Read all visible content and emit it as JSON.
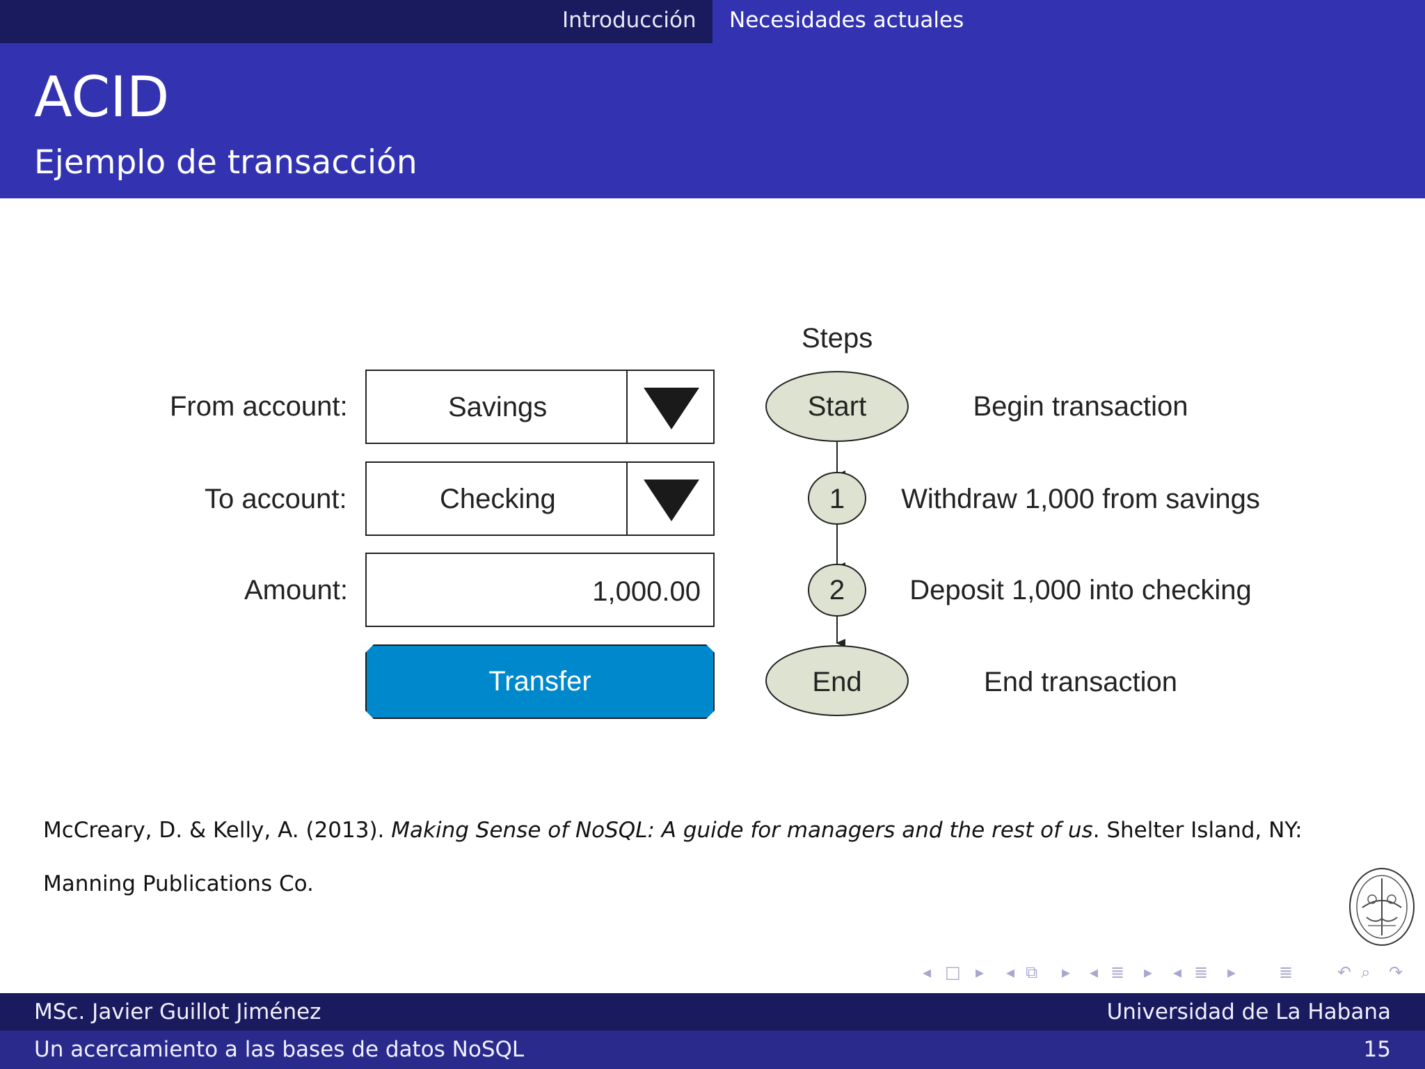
{
  "nav": {
    "sections": [
      "Introducción",
      "Necesidades actuales"
    ],
    "active_index": 1
  },
  "header": {
    "title": "ACID",
    "subtitle": "Ejemplo de transacción"
  },
  "figure": {
    "form": {
      "from_label": "From account:",
      "from_value": "Savings",
      "to_label": "To account:",
      "to_value": "Checking",
      "amount_label": "Amount:",
      "amount_value": "1,000.00",
      "button_label": "Transfer",
      "button_color": "#0088cc"
    },
    "steps": {
      "heading": "Steps",
      "nodes": [
        "Start",
        "1",
        "2",
        "End"
      ],
      "descriptions": [
        "Begin transaction",
        "Withdraw 1,000 from savings",
        "Deposit 1,000 into checking",
        "End transaction"
      ],
      "node_fill": "#dde3d0"
    }
  },
  "reference": {
    "authors": "McCreary, D. & Kelly, A. (2013).",
    "book_title": "Making Sense of NoSQL: A guide for managers and the rest of us",
    "publisher_line1": ". Shelter Island, NY:",
    "publisher_line2": "Manning Publications Co."
  },
  "footer": {
    "author": "MSc.  Javier Guillot Jiménez",
    "institution": "Universidad de La Habana",
    "talk_title": "Un acercamiento a las bases de datos NoSQL",
    "page_number": "15"
  },
  "colors": {
    "header_dark": "#1a1a5e",
    "header_main": "#3333b2",
    "footer_light": "#2a2a8c"
  }
}
